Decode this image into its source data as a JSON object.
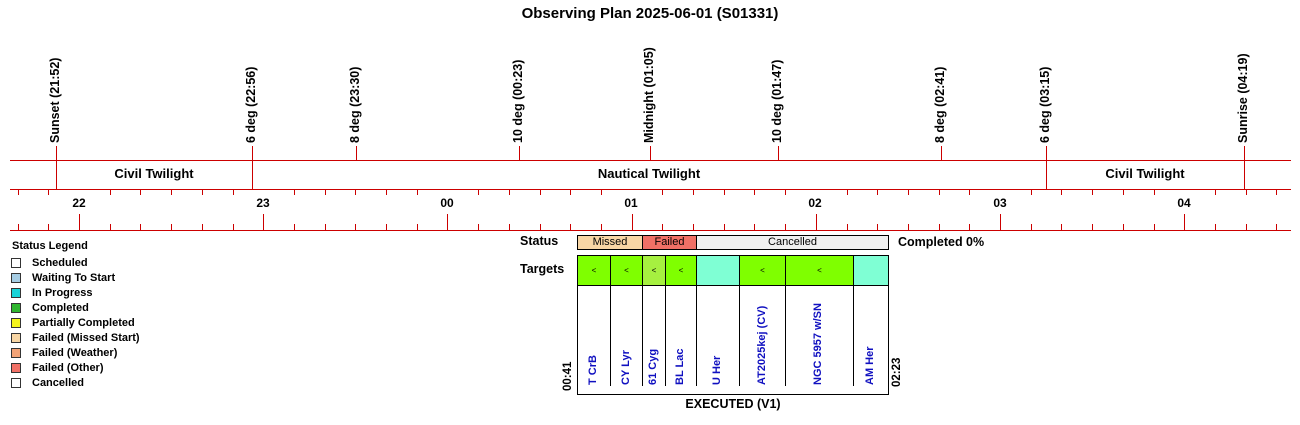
{
  "title": "Observing Plan 2025-06-01 (S01331)",
  "events": [
    {
      "label": "Sunset (21:52)"
    },
    {
      "label": "6 deg (22:56)"
    },
    {
      "label": "8 deg (23:30)"
    },
    {
      "label": "10 deg (00:23)"
    },
    {
      "label": "Midnight (01:05)"
    },
    {
      "label": "10 deg (01:47)"
    },
    {
      "label": "8 deg (02:41)"
    },
    {
      "label": "6 deg (03:15)"
    },
    {
      "label": "Sunrise (04:19)"
    }
  ],
  "twilight": [
    {
      "label": "Civil Twilight"
    },
    {
      "label": "Nautical Twilight"
    },
    {
      "label": "Civil Twilight"
    }
  ],
  "hours": [
    "22",
    "23",
    "00",
    "01",
    "02",
    "03",
    "04"
  ],
  "legend": {
    "title": "Status Legend",
    "items": [
      {
        "label": "Scheduled",
        "color": "#ffffff"
      },
      {
        "label": "Waiting To Start",
        "color": "#a6cde4"
      },
      {
        "label": "In Progress",
        "color": "#19d3d8"
      },
      {
        "label": "Completed",
        "color": "#2fb52f"
      },
      {
        "label": "Partially Completed",
        "color": "#f4f41e"
      },
      {
        "label": "Failed (Missed Start)",
        "color": "#f8d6a5"
      },
      {
        "label": "Failed (Weather)",
        "color": "#f2a377"
      },
      {
        "label": "Failed (Other)",
        "color": "#f07066"
      },
      {
        "label": "Cancelled",
        "color": "#ffffff"
      }
    ]
  },
  "plan": {
    "status_label": "Status",
    "targets_label": "Targets",
    "completed_text": "Completed 0%",
    "status_segments": [
      {
        "label": "Missed",
        "color": "#f8d6a5"
      },
      {
        "label": "Failed",
        "color": "#f07066"
      },
      {
        "label": "Cancelled",
        "color": "#f0f0f0"
      }
    ],
    "targets": [
      {
        "name": "T CrB",
        "mark": "<",
        "color": "#7fff00"
      },
      {
        "name": "CY Lyr",
        "mark": "<",
        "color": "#7fff00"
      },
      {
        "name": "61 Cyg",
        "mark": "<",
        "color": "#a6f040"
      },
      {
        "name": "BL Lac",
        "mark": "<",
        "color": "#7fff00"
      },
      {
        "name": "U Her",
        "mark": "",
        "color": "#7fffd4"
      },
      {
        "name": "AT2025kej (CV)",
        "mark": "<",
        "color": "#7fff00"
      },
      {
        "name": "NGC 5957 w/SN",
        "mark": "<",
        "color": "#7fff00"
      },
      {
        "name": "AM Her",
        "mark": "",
        "color": "#7fffd4"
      }
    ],
    "start_time": "00:41",
    "end_time": "02:23",
    "footer": "EXECUTED (V1)"
  }
}
